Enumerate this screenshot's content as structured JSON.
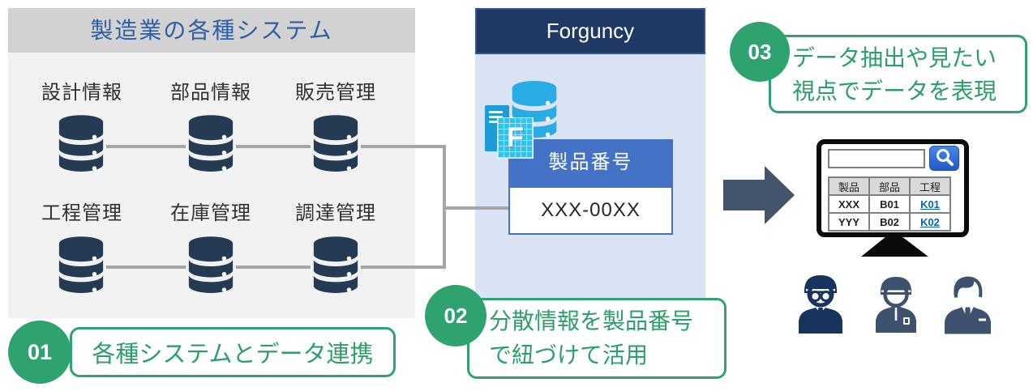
{
  "source_panel": {
    "title": "製造業の各種システム",
    "systems": [
      {
        "label": "設計情報"
      },
      {
        "label": "部品情報"
      },
      {
        "label": "販売管理"
      },
      {
        "label": "工程管理"
      },
      {
        "label": "在庫管理"
      },
      {
        "label": "調達管理"
      }
    ]
  },
  "forguncy_panel": {
    "title": "Forguncy",
    "logo_letter": "F",
    "product_number_label": "製品番号",
    "product_number_value": "XXX-00XX"
  },
  "steps": [
    {
      "number": "01",
      "lines": [
        "各種システムとデータ連携"
      ]
    },
    {
      "number": "02",
      "lines": [
        "分散情報を製品番号",
        "で紐づけて活用"
      ]
    },
    {
      "number": "03",
      "lines": [
        "データ抽出や見たい",
        "視点でデータを表現"
      ]
    }
  ],
  "monitor": {
    "search_value": "",
    "table": {
      "headers": [
        "製品",
        "部品",
        "工程"
      ],
      "rows": [
        {
          "product": "XXX",
          "part": "B01",
          "process": "K01"
        },
        {
          "product": "YYY",
          "part": "B02",
          "process": "K02"
        }
      ]
    }
  },
  "icons": {
    "database": "database-cylinder",
    "forguncy_logo": "f-grid-logo",
    "server": "server-tower",
    "search": "magnifier",
    "arrow": "right-block-arrow",
    "people": [
      "worker-with-cap-and-glasses",
      "worker-with-cap",
      "businessperson"
    ]
  },
  "colors": {
    "accent_green": "#2ea36f",
    "navy_header": "#1f3864",
    "panel_blue": "#dae3f3",
    "key_blue": "#4472c4",
    "db_navy": "#243b53",
    "forguncy_cyan": "#29abe3",
    "connector_gray": "#a6a6a6",
    "arrow_slate": "#44546a",
    "link_blue": "#0563c1"
  }
}
